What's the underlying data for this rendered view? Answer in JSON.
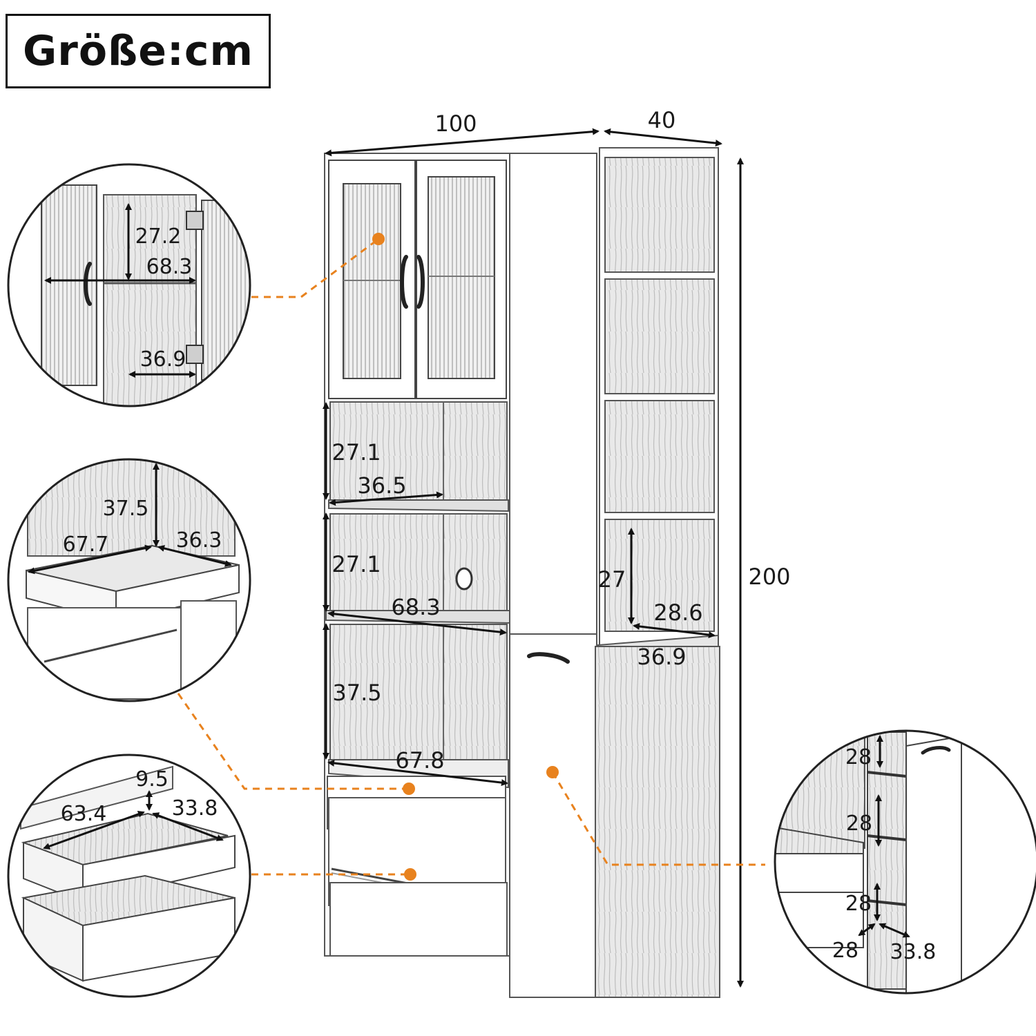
{
  "title": "Größe:cm",
  "overall": {
    "width": "100",
    "depth": "40",
    "height": "200"
  },
  "cabinet": {
    "open_shelves": [
      {
        "height": "27.1",
        "width": "36.5"
      },
      {
        "height": "27.1",
        "width": "68.3"
      },
      {
        "height": "37.5",
        "width": "67.8"
      }
    ],
    "side_shelf": {
      "height": "27",
      "width": "28.6",
      "depth": "36.9"
    }
  },
  "details": {
    "glass_cabinet": {
      "height": "27.2",
      "width": "68.3",
      "depth": "36.9"
    },
    "pullout_shelf": {
      "height": "37.5",
      "width": "67.7",
      "depth": "36.3"
    },
    "drawer": {
      "height": "9.5",
      "width": "63.4",
      "depth": "33.8"
    },
    "pullout_rack": {
      "tier1": "28",
      "tier2": "28",
      "tier3": "28",
      "width": "28",
      "depth": "33.8"
    }
  },
  "colors": {
    "leader": "#e8821e",
    "line": "#111111",
    "wood": "#b9b9b9"
  }
}
